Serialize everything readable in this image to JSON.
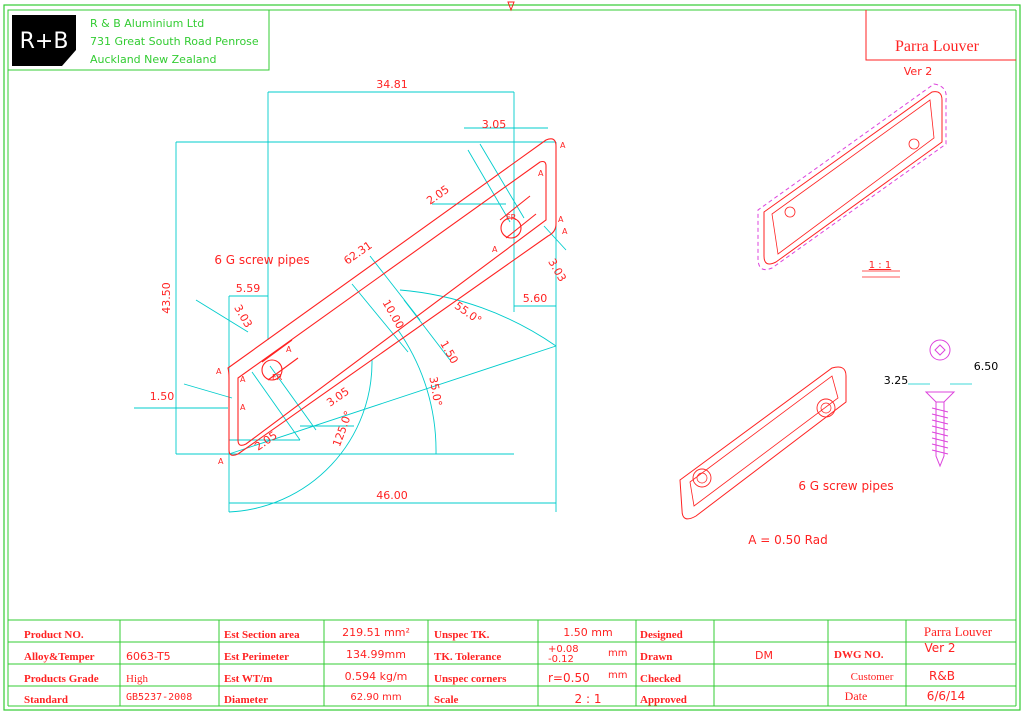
{
  "company": {
    "logo_text": "R+B",
    "name": "R & B Aluminium Ltd",
    "address1": "731 Great South Road Penrose",
    "address2": "Auckland New Zealand"
  },
  "title": {
    "name": "Parra Louver",
    "version": "Ver 2"
  },
  "drawing": {
    "dims": {
      "d1": "34.81",
      "d2": "3.05",
      "d3": "2.05",
      "d4": "62.31",
      "d5": "3.03",
      "d6": "5.60",
      "d7": "43.50",
      "d8": "5.59",
      "d9": "3.03",
      "d10": "10.00",
      "d11": "55.0°",
      "d12": "1.50",
      "d13": "35.0°",
      "d14": "1.50",
      "d15": "3.05",
      "d16": "2.05",
      "d17": "125.0°",
      "d18": "46.00"
    },
    "labels": {
      "screw_pipes": "6 G screw pipes",
      "fr": "FR",
      "a": "A"
    },
    "scale_note": "1 : 1",
    "screw_dims": {
      "left": "3.25",
      "right": "6.50"
    },
    "iso_label": "6 G screw pipes",
    "rad_note": "A = 0.50 Rad"
  },
  "colors": {
    "border": "#33cc33",
    "red": "#ff2222",
    "cyan": "#00cccc",
    "magenta": "#dd44dd"
  },
  "title_block": {
    "product_no_label": "Product NO.",
    "product_no": "",
    "alloy_label": "Alloy&Temper",
    "alloy": "6063-T5",
    "grade_label": "Products Grade",
    "grade": "High",
    "standard_label": "Standard",
    "standard": "GB5237-2008",
    "section_area_label": "Est Section area",
    "section_area": "219.51 mm²",
    "perimeter_label": "Est Perimeter",
    "perimeter": "134.99mm",
    "wt_label": "Est WT/m",
    "wt": "0.594 kg/m",
    "diameter_label": "Diameter",
    "diameter": "62.90 mm",
    "unspec_tk_label": "Unspec TK.",
    "unspec_tk": "1.50 mm",
    "tk_tol_label": "TK. Tolerance",
    "tk_tol_plus": "+0.08",
    "tk_tol_minus": "-0.12",
    "tk_tol_unit": "mm",
    "corners_label": "Unspec corners",
    "corners": "r=0.50",
    "corners_unit": "mm",
    "scale_label": "Scale",
    "scale": "2 : 1",
    "designed_label": "Designed",
    "drawn_label": "Drawn",
    "drawn": "DM",
    "checked_label": "Checked",
    "approved_label": "Approved",
    "dwg_label": "DWG NO.",
    "dwg_title": "Parra Louver",
    "dwg_ver": "Ver 2",
    "customer_label": "Customer",
    "customer": "R&B",
    "date_label": "Date",
    "date": "6/6/14"
  }
}
